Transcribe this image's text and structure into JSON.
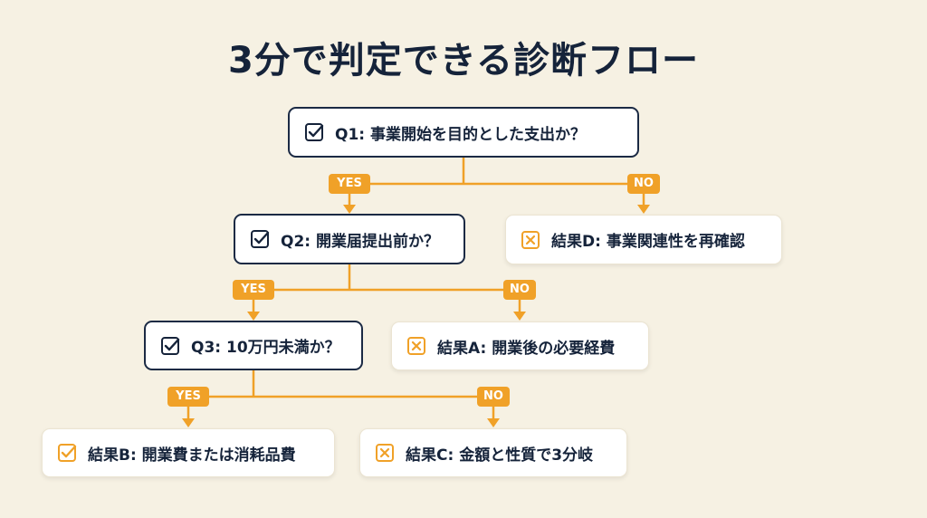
{
  "title": "3分で判定できる診断フロー",
  "colors": {
    "accent": "#f0a128",
    "ink": "#15233a",
    "background": "#f6f1e3"
  },
  "nodes": {
    "q1": "Q1: 事業開始を目的とした支出か？",
    "q2": "Q2: 開業届提出前か？",
    "q3": "Q3: 10万円未満か？",
    "ra": "結果A: 開業後の必要経費",
    "rb": "結果B: 開業費または消耗品費",
    "rc": "結果C: 金額と性質で3分岐",
    "rd": "結果D: 事業関連性を再確認"
  },
  "labels": {
    "yes": "YES",
    "no": "NO"
  },
  "icons": {
    "question": "checkbox-check-icon",
    "result_check": "checkbox-check-icon",
    "result_cross": "checkbox-cross-icon"
  }
}
